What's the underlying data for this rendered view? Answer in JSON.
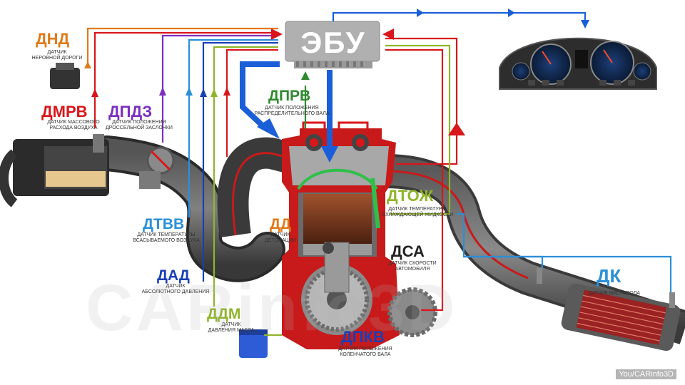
{
  "ecu_label": "ЭБУ",
  "sensors": {
    "dnd": {
      "abbr": "ДНД",
      "desc": "ДАТЧИК\nНЕРОВНОЙ ДОРОГИ",
      "color": "#e07a1a"
    },
    "dmrv": {
      "abbr": "ДМРВ",
      "desc": "ДАТЧИК МАССОВОГО\nРАСХОДА ВОЗДУХА",
      "color": "#d8161b"
    },
    "dpdz": {
      "abbr": "ДПДЗ",
      "desc": "ДАТЧИК ПОЛОЖЕНИЯ\nДРОССЕЛЬНОЙ ЗАСЛОНКИ",
      "color": "#7a2fc0"
    },
    "dprv": {
      "abbr": "ДПРВ",
      "desc": "ДАТЧИК ПОЛОЖЕНИЯ\nРАСПРЕДЕЛИТЕЛЬНОГО ВАЛА",
      "color": "#2f8a2f"
    },
    "dtozh": {
      "abbr": "ДТОЖ",
      "desc": "ДАТЧИК ТЕМПЕРАТУРЫ\nОХЛАЖДАЮЩЕЙ ЖИДКОСТИ",
      "color": "#8fb52a"
    },
    "dtvv": {
      "abbr": "ДТВВ",
      "desc": "ДАТЧИК ТЕМПЕРАТУРЫ\nВСАСЫВАЕМОГО ВОЗДУХА",
      "color": "#2a8fd8"
    },
    "dd": {
      "abbr": "ДД",
      "desc": "ДАТЧИК\nДЕТОНАЦИИ",
      "color": "#e07a1a"
    },
    "dsa": {
      "abbr": "ДСА",
      "desc": "ДАТЧИК СКОРОСТИ\nАВТОМОБИЛЯ",
      "color": "#222222"
    },
    "dad": {
      "abbr": "ДАД",
      "desc": "ДАТЧИК\nАБСОЛЮТНОГО ДАВЛЕНИЯ",
      "color": "#1a3fb5"
    },
    "ddm": {
      "abbr": "ДДМ",
      "desc": "ДАТЧИК\nДАВЛЕНИЯ МАСЛА",
      "color": "#8fb52a"
    },
    "dk": {
      "abbr": "ДК",
      "desc": "ДАТЧИК КИСЛОРОДА",
      "color": "#2a8fd8"
    },
    "dpkv": {
      "abbr": "ДПКВ",
      "desc": "ДАТЧИК ПОЛОЖЕНИЯ\nКОЛЕНЧАТОГО ВАЛА",
      "color": "#1a3fb5"
    }
  },
  "watermark": "CARinfo3D",
  "channel": "/CARinfo3D",
  "channel_prefix": "You"
}
